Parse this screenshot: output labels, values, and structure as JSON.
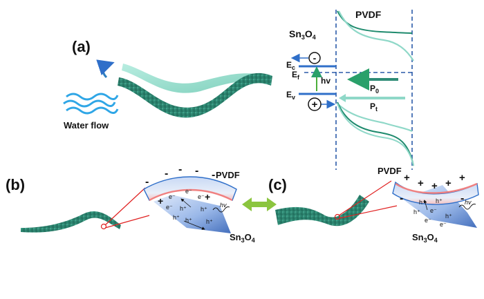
{
  "panels": {
    "a": {
      "label": "(a)"
    },
    "b": {
      "label": "(b)"
    },
    "c": {
      "label": "(c)"
    }
  },
  "panel_a": {
    "water_flow_label": "Water flow",
    "material_label": "Sn3O4",
    "pvdf_label": "PVDF",
    "ec_label": "E",
    "ec_sub": "c",
    "ef_label": "E",
    "ef_sub": "f",
    "ev_label": "E",
    "ev_sub": "v",
    "hv_label": "hv",
    "electron_sign": "-",
    "hole_sign": "+",
    "p0_label": "P",
    "p0_sub": "0",
    "pt_label": "P",
    "pt_sub": "t"
  },
  "panel_b": {
    "pvdf_label": "PVDF",
    "material_label": "Sn3O4",
    "surface_charge": "-",
    "interface_charge": "+",
    "hv_label": "hv"
  },
  "panel_c": {
    "pvdf_label": "PVDF",
    "material_label": "Sn3O4",
    "surface_charge": "+",
    "interface_charge": "-",
    "hv_label": "hv"
  },
  "carriers": {
    "electron": "e⁻",
    "hole": "h⁺"
  },
  "colors": {
    "film_dark": "#2e8b76",
    "film_light": "#8fd8c8",
    "band_blue": "#2f6fc9",
    "dash_blue": "#2a5aa8",
    "arrow_green": "#8bc53f",
    "red": "#e02020",
    "water_blue": "#2fa6e6"
  }
}
